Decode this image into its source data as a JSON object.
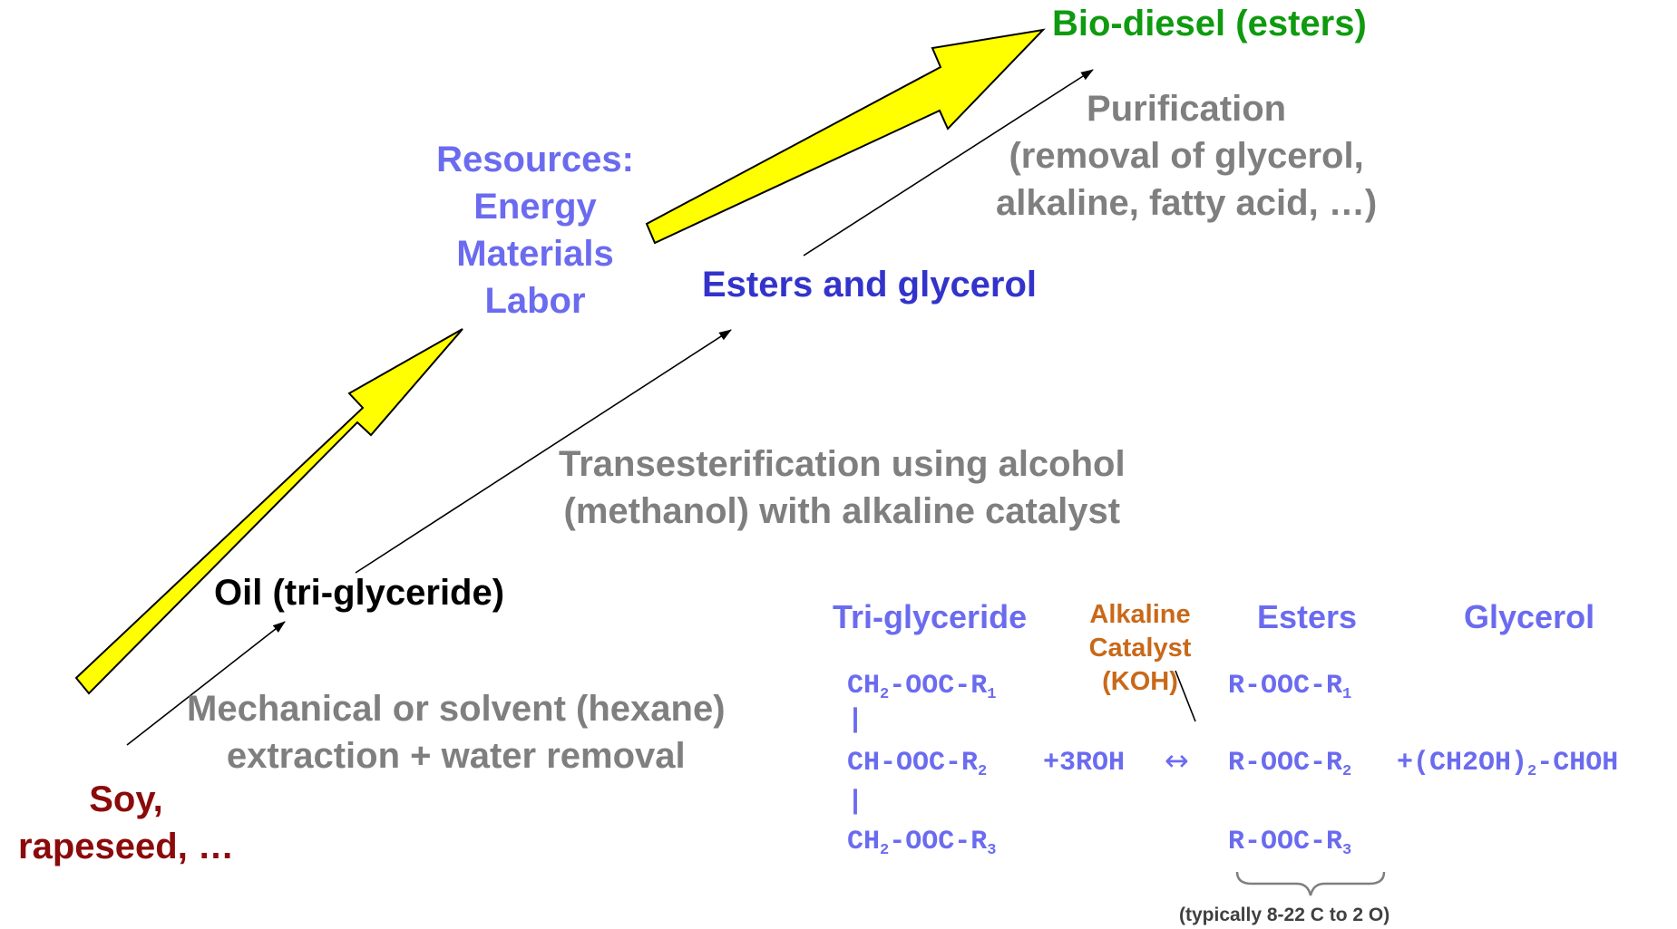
{
  "labels": {
    "biodiesel": "Bio-diesel (esters)",
    "purification": [
      "Purification",
      "(removal of glycerol,",
      "alkaline, fatty acid, …)"
    ],
    "resources": [
      "Resources:",
      "Energy",
      "Materials",
      "Labor"
    ],
    "esters_glycerol": "Esters and glycerol",
    "transesterification": [
      "Transesterification using alcohol",
      "(methanol) with alkaline catalyst"
    ],
    "oil": "Oil (tri-glyceride)",
    "extraction": [
      "Mechanical or solvent (hexane)",
      "extraction + water removal"
    ],
    "feedstock": [
      "Soy,",
      "rapeseed, …"
    ]
  },
  "reaction": {
    "headers": {
      "triglyceride": "Tri-glyceride",
      "catalyst": [
        "Alkaline",
        "Catalyst",
        "(KOH)"
      ],
      "esters": "Esters",
      "glycerol": "Glycerol"
    },
    "triglyceride_rows": [
      {
        "base": "CH",
        "sub1": "2",
        "rest": "-OOC-R",
        "sub2": "1"
      },
      {
        "base": "CH",
        "sub1": "",
        "rest": "-OOC-R",
        "sub2": "2"
      },
      {
        "base": "CH",
        "sub1": "2",
        "rest": "-OOC-R",
        "sub2": "3"
      }
    ],
    "bond": "|",
    "reagent": "+3ROH",
    "equilibrium": "↔",
    "ester_rows": [
      {
        "text": "R-OOC-R",
        "sub": "1"
      },
      {
        "text": "R-OOC-R",
        "sub": "2"
      },
      {
        "text": "R-OOC-R",
        "sub": "3"
      }
    ],
    "glycerol_formula": {
      "pre": "+(CH2OH)",
      "sub": "2",
      "post": "-CHOH"
    },
    "note": "(typically 8-22 C to 2 O)"
  },
  "colors": {
    "biodiesel": "#0f9a0f",
    "esters_glycerol": "#3333cc",
    "oil": "#000000",
    "feedstock": "#8b0a0a",
    "arrow_fill": "#ffff00",
    "arrow_stroke": "#000000"
  }
}
